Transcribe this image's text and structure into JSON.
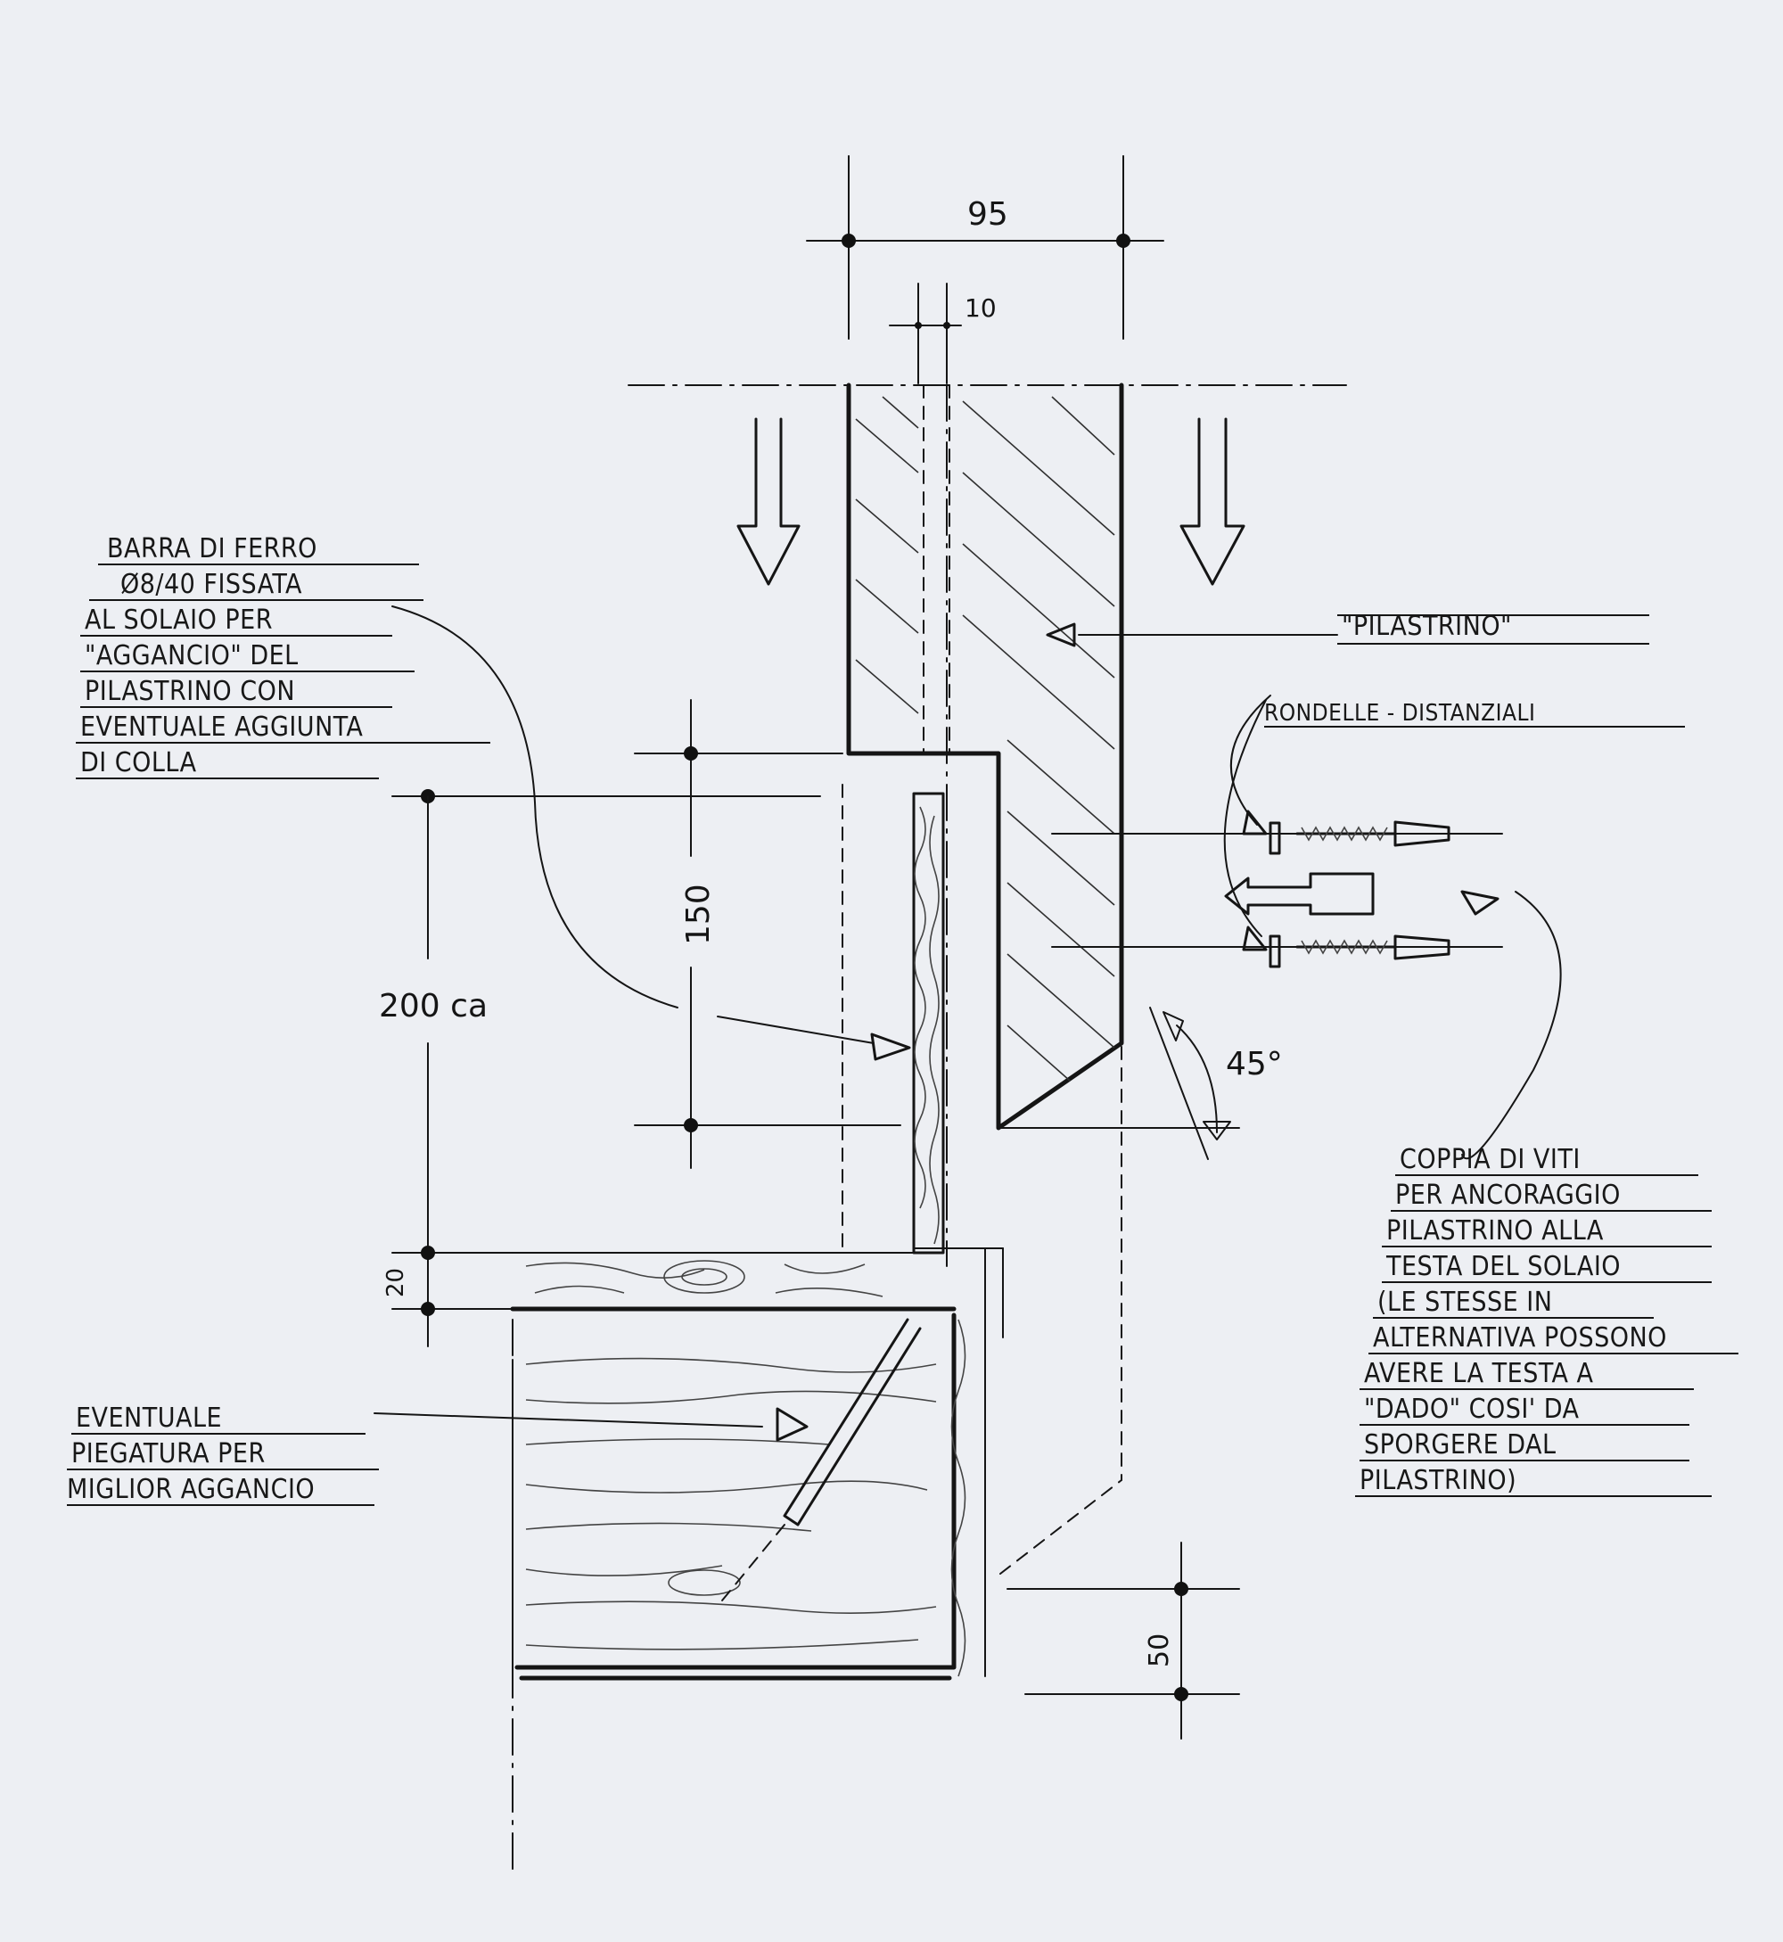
{
  "dimensions": {
    "width_total": "95",
    "width_bar": "10",
    "overlap_height": "150",
    "beam_height": "200 ca",
    "board_thickness": "20",
    "bottom_board": "50",
    "angle": "45°"
  },
  "labels": {
    "pilastrino": "\"PILASTRINO\"",
    "rondelle": "RONDELLE - DISTANZIALI",
    "barra": [
      "BARRA DI FERRO",
      "Ø8/40 FISSATA",
      "AL SOLAIO PER",
      "\"AGGANCIO\" DEL",
      "PILASTRINO CON",
      "EVENTUALE AGGIUNTA",
      "DI COLLA"
    ],
    "piegatura": [
      "EVENTUALE",
      "PIEGATURA PER",
      "MIGLIOR AGGANCIO"
    ],
    "viti": [
      "COPPIA DI VITI",
      "PER ANCORAGGIO",
      "PILASTRINO ALLA",
      "TESTA DEL SOLAIO",
      "(LE STESSE IN",
      "ALTERNATIVA POSSONO",
      "AVERE LA TESTA A",
      "\"DADO\" COSI' DA",
      "SPORGERE DAL",
      "PILASTRINO)"
    ]
  },
  "colors": {
    "paper": "#edeff3",
    "ink": "#151515"
  }
}
